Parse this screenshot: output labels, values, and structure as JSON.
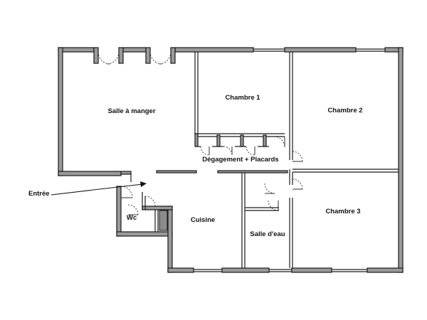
{
  "rooms": {
    "salle_a_manger": "Salle à manger",
    "chambre_1": "Chambre 1",
    "chambre_2": "Chambre 2",
    "chambre_3": "Chambre 3",
    "degagement": "Dégagement + Placards",
    "cuisine": "Cuisine",
    "wc": "Wc",
    "salle_d_eau": "Salle d'eau"
  },
  "annotations": {
    "entree": "Entrée"
  },
  "colors": {
    "wall_fill": "#9a9a9a",
    "wall_stroke": "#1a1a1a",
    "background": "#ffffff"
  }
}
